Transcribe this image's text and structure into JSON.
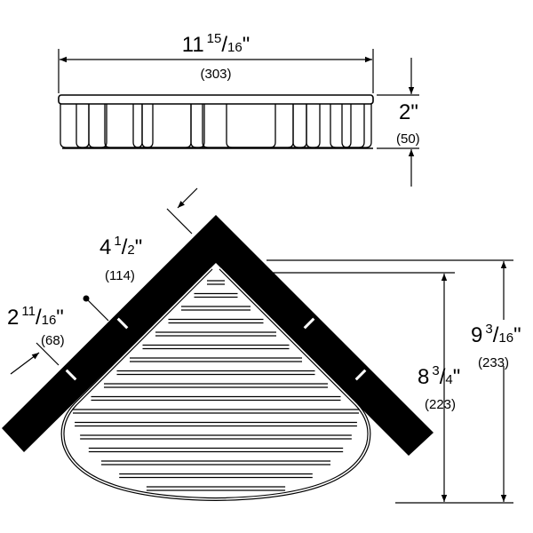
{
  "dimensions": {
    "width": {
      "whole": "11",
      "num": "15",
      "den": "16",
      "unit": "\"",
      "metric": "(303)"
    },
    "height": {
      "whole": "2",
      "unit": "\"",
      "metric": "(50)"
    },
    "depth_outer": {
      "whole": "9",
      "num": "3",
      "den": "16",
      "unit": "\"",
      "metric": "(233)"
    },
    "depth_inner": {
      "whole": "8",
      "num": "3",
      "den": "4",
      "unit": "\"",
      "metric": "(223)"
    },
    "arm_length": {
      "whole": "4",
      "num": "1",
      "den": "2",
      "unit": "\"",
      "metric": "(114)"
    },
    "mount_spacing": {
      "whole": "2",
      "num": "11",
      "den": "16",
      "unit": "\"",
      "metric": "(68)"
    }
  },
  "colors": {
    "line": "#000000",
    "background": "#ffffff"
  }
}
